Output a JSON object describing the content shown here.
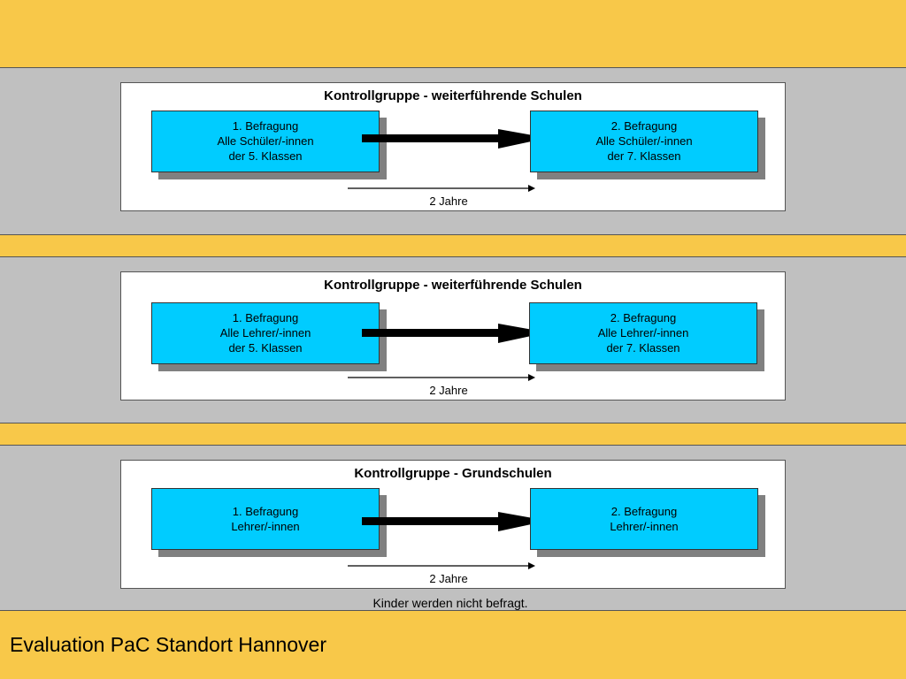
{
  "panels": [
    {
      "title": "Kontrollgruppe - weiterführende Schulen",
      "left_box": [
        "1. Befragung",
        "Alle Schüler/-innen",
        "der 5. Klassen"
      ],
      "right_box": [
        "2. Befragung",
        "Alle Schüler/-innen",
        "der 7. Klassen"
      ],
      "duration": "2 Jahre"
    },
    {
      "title": "Kontrollgruppe - weiterführende Schulen",
      "left_box": [
        "1. Befragung",
        "Alle Lehrer/-innen",
        "der 5. Klassen"
      ],
      "right_box": [
        "2. Befragung",
        "Alle Lehrer/-innen",
        "der 7. Klassen"
      ],
      "duration": "2 Jahre"
    },
    {
      "title": "Kontrollgruppe - Grundschulen",
      "left_box": [
        "1. Befragung",
        "Lehrer/-innen"
      ],
      "right_box": [
        "2. Befragung",
        "Lehrer/-innen"
      ],
      "duration": "2 Jahre",
      "note": "Kinder werden nicht befragt."
    }
  ],
  "footer": {
    "title": "Evaluation PaC Standort Hannover"
  },
  "colors": {
    "background": "#F8C849",
    "band": "#C0C0C0",
    "box": "#00CCFF",
    "shadow": "#808080"
  }
}
